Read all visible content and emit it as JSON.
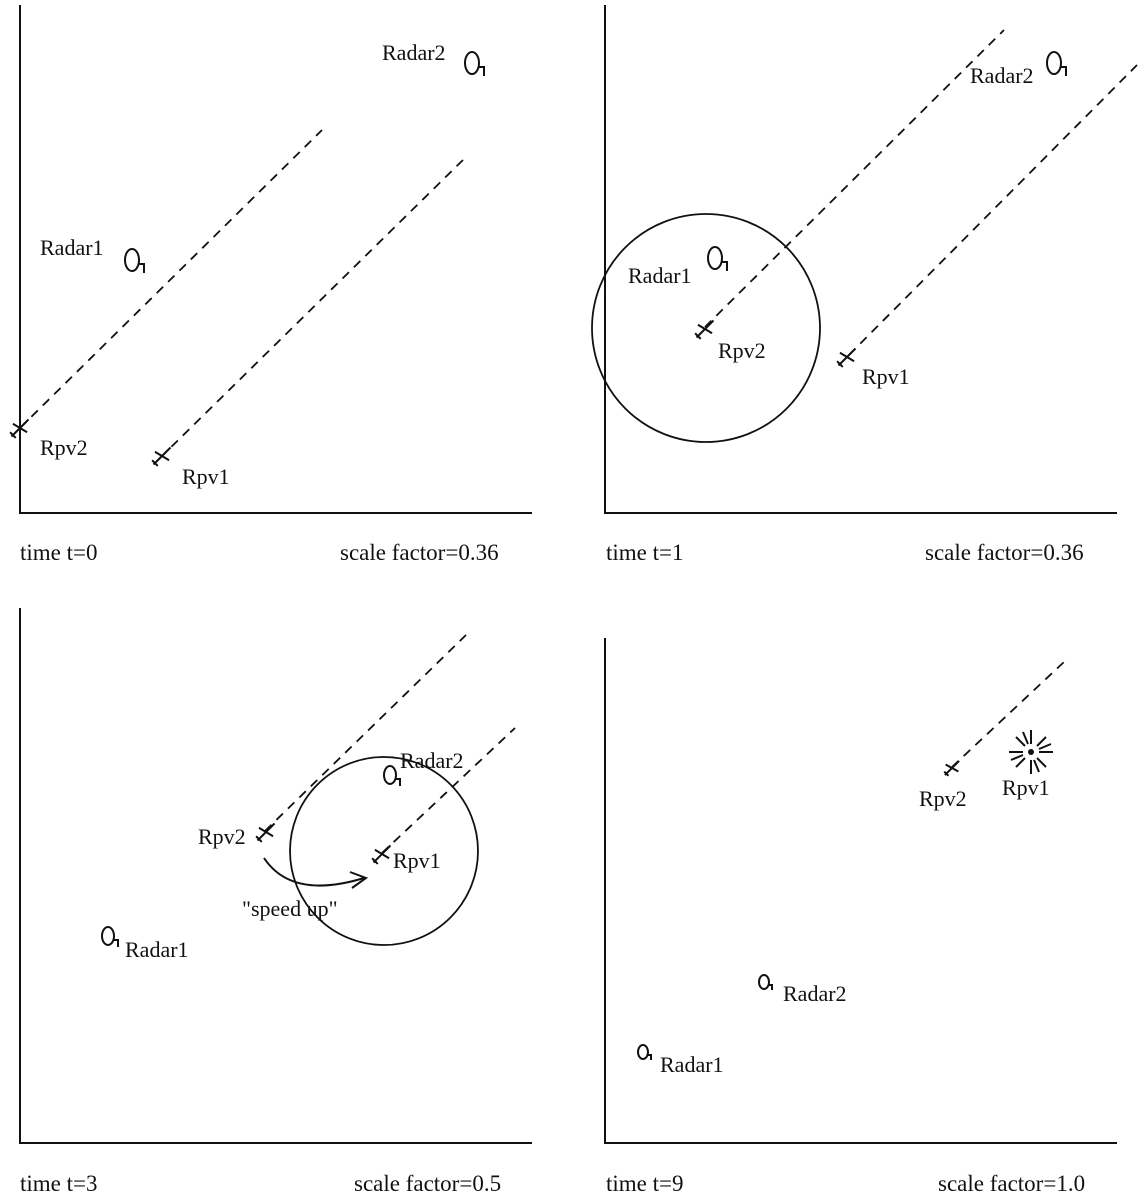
{
  "panels": [
    {
      "time_label": "time t=0",
      "scale_label": "scale factor=0.36",
      "labels": {
        "radar1": "Radar1",
        "radar2": "Radar2",
        "rpv1": "Rpv1",
        "rpv2": "Rpv2"
      }
    },
    {
      "time_label": "time t=1",
      "scale_label": "scale factor=0.36",
      "labels": {
        "radar1": "Radar1",
        "radar2": "Radar2",
        "rpv1": "Rpv1",
        "rpv2": "Rpv2"
      }
    },
    {
      "time_label": "time t=3",
      "scale_label": "scale factor=0.5",
      "labels": {
        "radar1": "Radar1",
        "radar2": "Radar2",
        "rpv1": "Rpv1",
        "rpv2": "Rpv2",
        "annotation": "\"speed up\""
      }
    },
    {
      "time_label": "time t=9",
      "scale_label": "scale factor=1.0",
      "labels": {
        "radar1": "Radar1",
        "radar2": "Radar2",
        "rpv1": "Rpv1",
        "rpv2": "Rpv2"
      }
    }
  ],
  "icons": {
    "radar": "radar-dish-icon",
    "rpv": "aircraft-icon",
    "explosion": "explosion-icon"
  }
}
